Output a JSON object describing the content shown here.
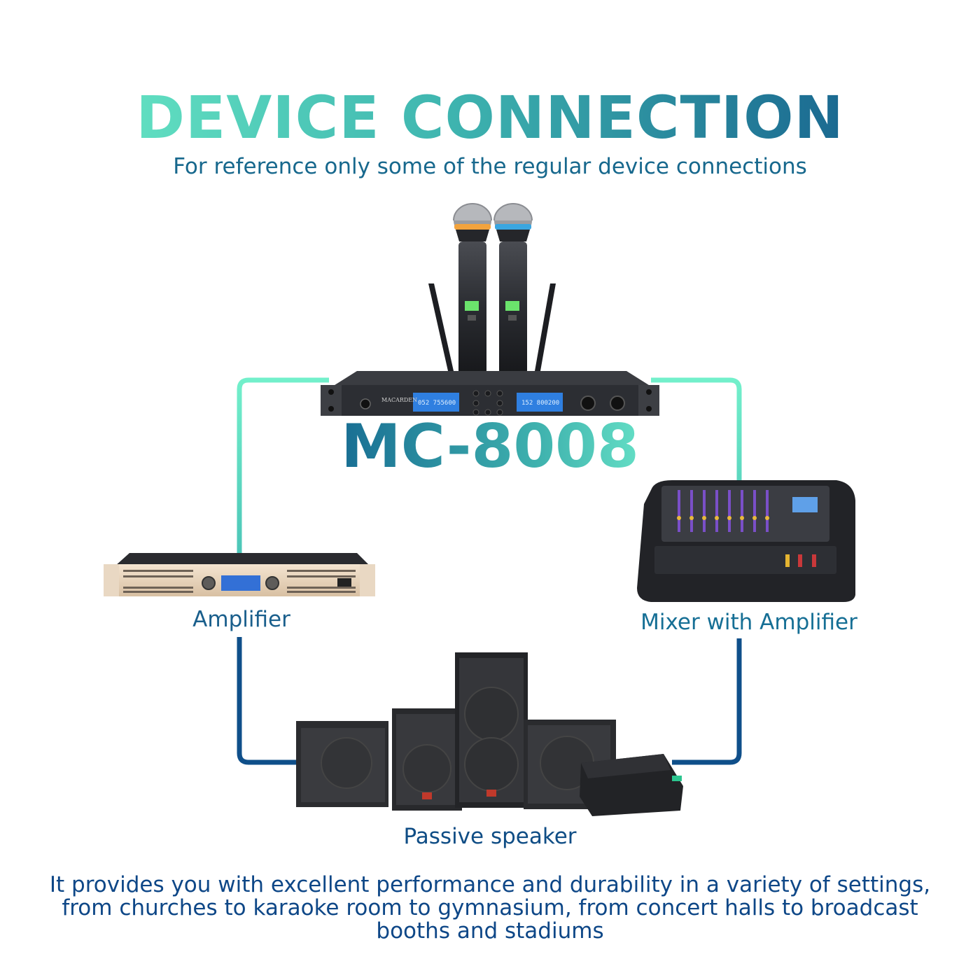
{
  "header": {
    "title": "DEVICE CONNECTION",
    "subtitle": "For reference only some of the regular device connections"
  },
  "receiver": {
    "model": "MC-8008",
    "brand_text": "MACARDEN",
    "display_left": "052 755600",
    "display_right": "152 800200"
  },
  "devices": {
    "amplifier_label": "Amplifier",
    "mixer_label": "Mixer with Amplifier",
    "speaker_label": "Passive speaker"
  },
  "footer": {
    "description": "It provides you with excellent performance and durability in a variety of settings, from churches to karaoke room to gymnasium, from concert halls to broadcast booths and stadiums"
  },
  "colors": {
    "line_top": "#73f0cb",
    "line_bottom": "#0d4a87",
    "title_start": "#6ff0c8",
    "title_end": "#0e4f86"
  }
}
